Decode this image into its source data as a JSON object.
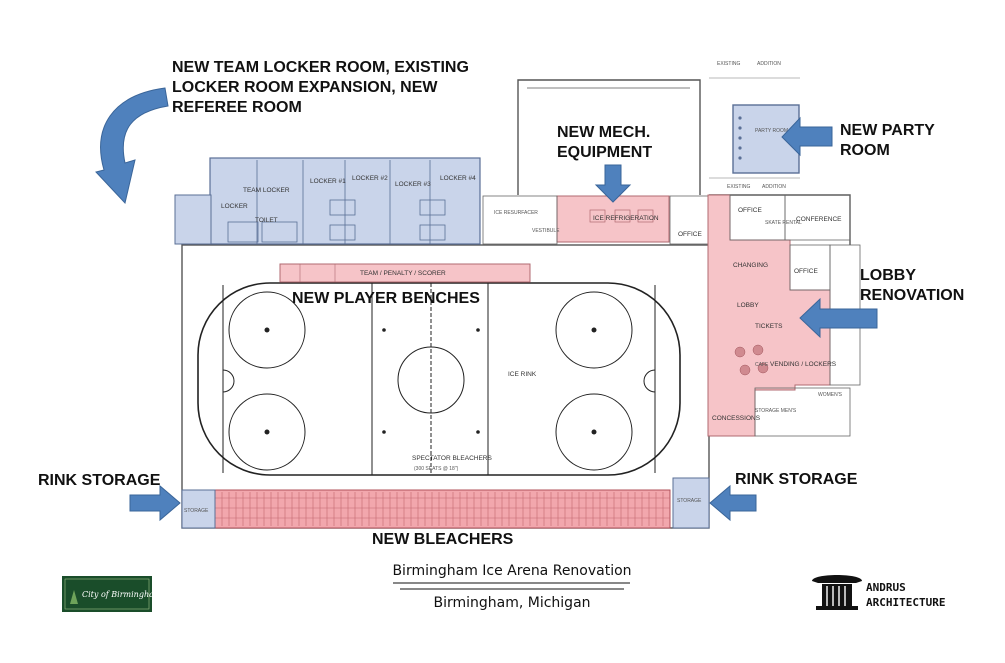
{
  "callouts": {
    "locker": "NEW TEAM LOCKER ROOM, EXISTING\nLOCKER ROOM EXPANSION, NEW\nREFEREE ROOM",
    "mech": "NEW MECH.\nEQUIPMENT",
    "party": "NEW PARTY\nROOM",
    "lobby": "LOBBY\nRENOVATION",
    "benches": "NEW PLAYER BENCHES",
    "storage_left": "RINK STORAGE",
    "storage_right": "RINK STORAGE",
    "bleachers": "NEW BLEACHERS"
  },
  "title": {
    "main": "Birmingham Ice Arena Renovation",
    "sub": "Birmingham, Michigan"
  },
  "logos": {
    "city": "City of Birmingham",
    "firm_line1": "ANDRUS",
    "firm_line2": "ARCHITECTURE"
  },
  "rooms": {
    "team_locker": "TEAM LOCKER",
    "locker1": "LOCKER #1",
    "locker2": "LOCKER #2",
    "locker3": "LOCKER #3",
    "locker4": "LOCKER #4",
    "locker": "LOCKER",
    "toilet": "TOILET",
    "ice_resurfacer": "ICE RESURFACER",
    "ice_refrigeration": "ICE REFRIGERATION",
    "vestibule": "VESTIBULE",
    "office_mid": "OFFICE",
    "office": "OFFICE",
    "skate_rental": "SKATE RENTAL",
    "conference": "CONFERENCE",
    "changing": "CHANGING",
    "office_lobby": "OFFICE",
    "lobby": "LOBBY",
    "tickets": "TICKETS",
    "cafe": "CAFE",
    "vending": "VENDING / LOCKERS",
    "concessions": "CONCESSIONS",
    "storage_mens": "STORAGE MEN'S",
    "womens": "WOMEN'S",
    "party_room": "PARTY ROOM",
    "team_bench": "TEAM / PENALTY / SCORER",
    "ice_rink": "ICE RINK",
    "spectator": "SPECTATOR BLEACHERS",
    "spectator_sub": "(300 SEATS @ 18\")",
    "storage_l": "STORAGE",
    "storage_r": "STORAGE",
    "existing": "EXISTING",
    "addition": "ADDITION"
  },
  "colors": {
    "blue_fill": "#c9d4ea",
    "pink_fill": "#f6c4c8",
    "arrow": "#4f81bd",
    "arrow_edge": "#3a6599",
    "rink_red": "#d9777f"
  }
}
